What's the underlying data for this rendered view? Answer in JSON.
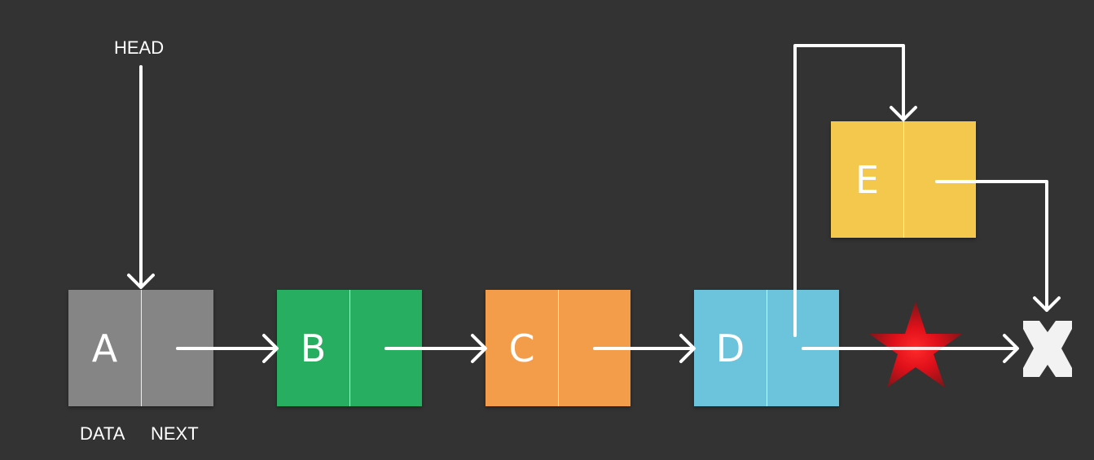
{
  "labels": {
    "head": "HEAD",
    "data": "DATA",
    "next": "NEXT"
  },
  "nodes": [
    {
      "id": "A",
      "label": "A",
      "color": "#858585"
    },
    {
      "id": "B",
      "label": "B",
      "color": "#27ae60"
    },
    {
      "id": "C",
      "label": "C",
      "color": "#f39c4a"
    },
    {
      "id": "D",
      "label": "D",
      "color": "#6bc4db"
    },
    {
      "id": "E",
      "label": "E",
      "color": "#f4c84c"
    }
  ],
  "icons": {
    "broken_link": "red-star-icon",
    "null_terminator": "null-x-icon"
  },
  "colors": {
    "background": "#333333",
    "arrow": "#ffffff",
    "star": "#e0101a"
  }
}
